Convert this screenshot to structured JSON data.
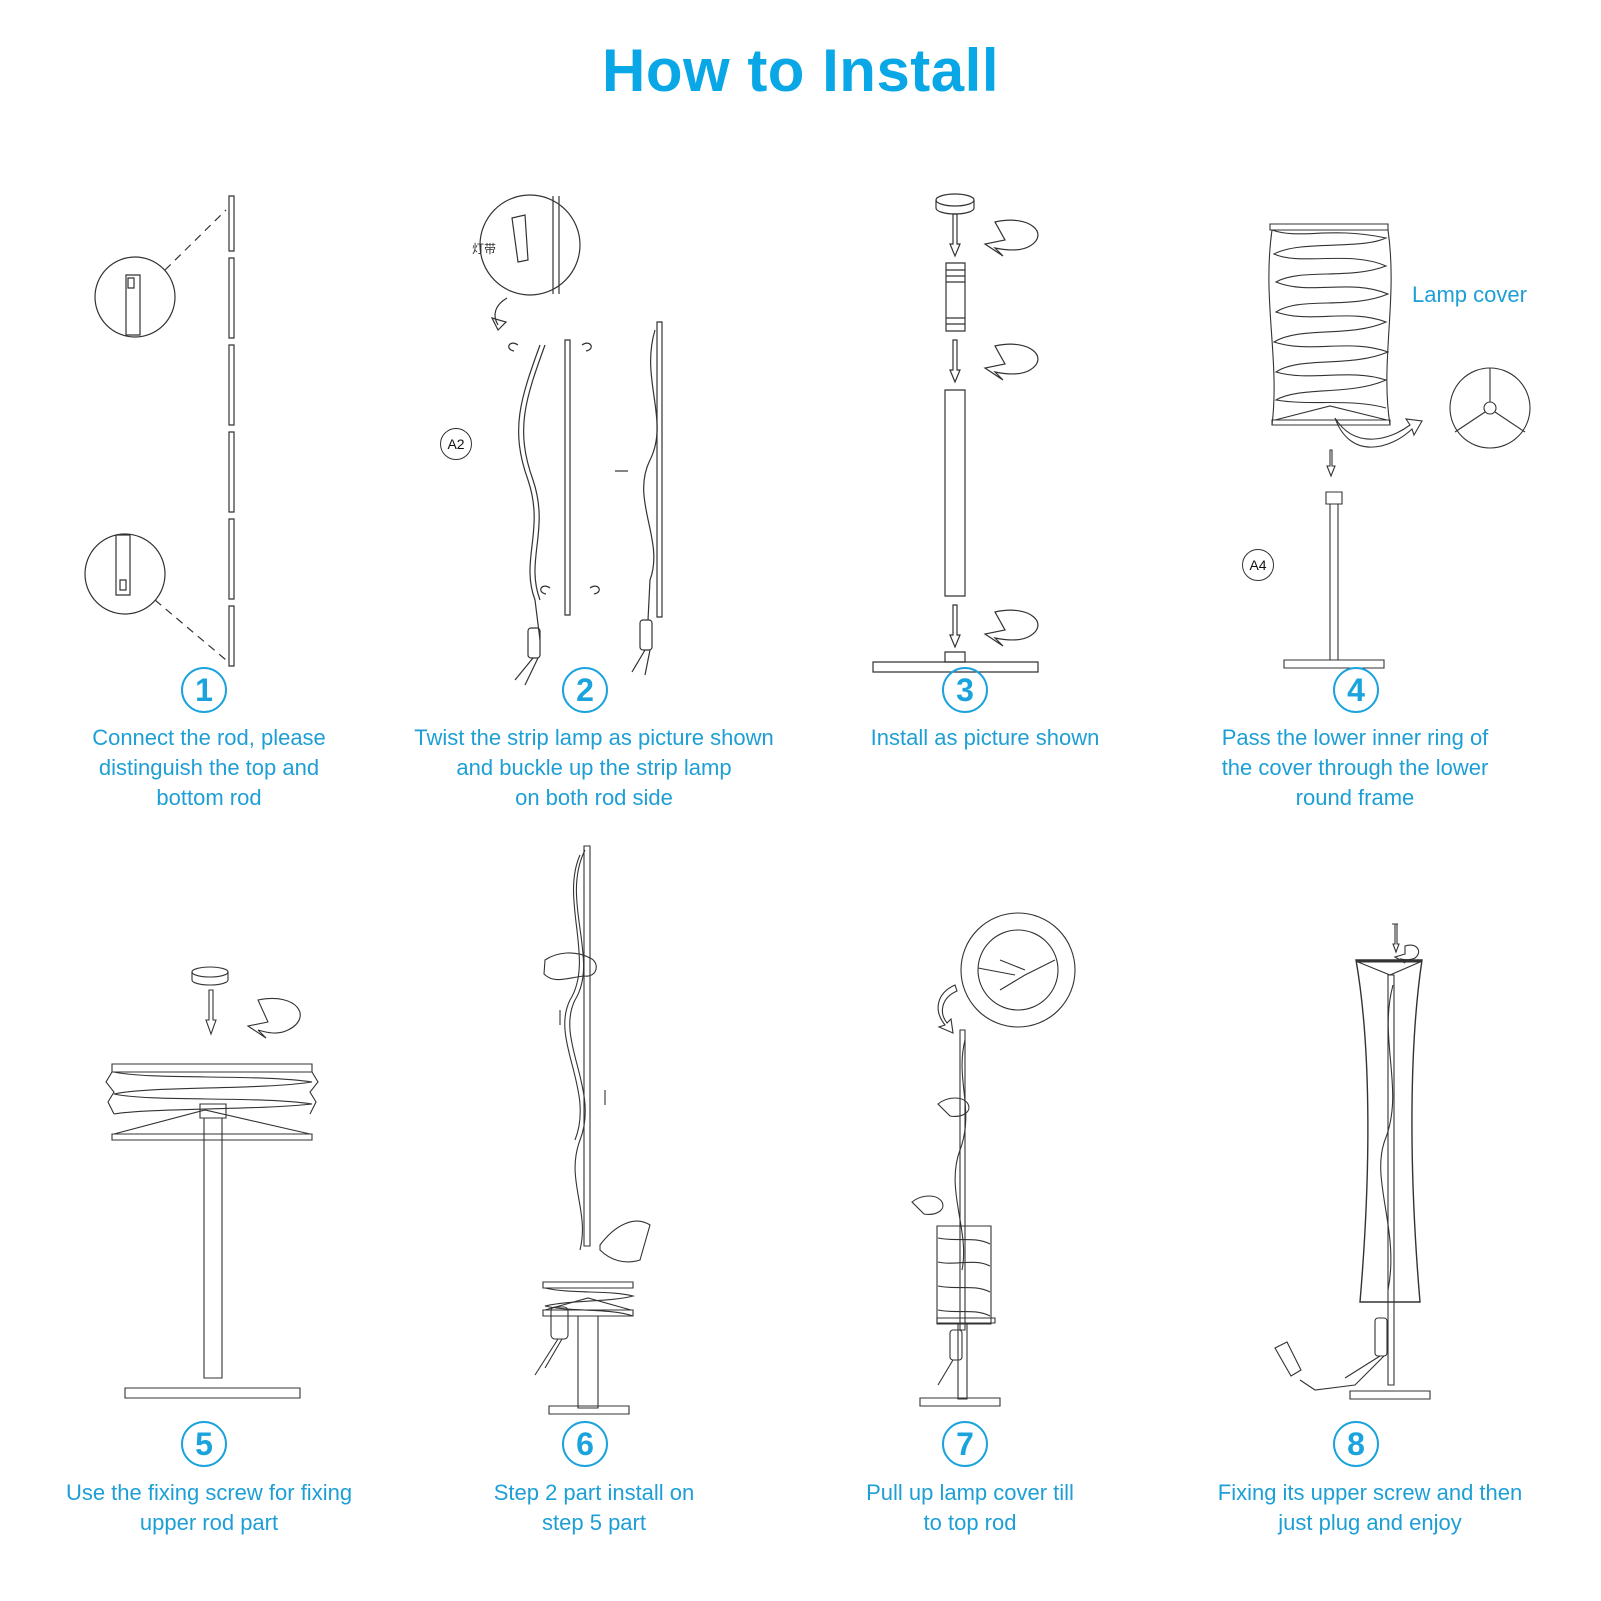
{
  "page": {
    "title": "How to Install",
    "accent_color": "#0aa7e6"
  },
  "steps": [
    {
      "number": "1",
      "lines": [
        "Connect the rod, please",
        "distinguish the top and",
        "bottom rod"
      ]
    },
    {
      "number": "2",
      "lines": [
        "Twist the strip lamp as picture shown",
        "and buckle up the strip lamp",
        "on both rod side"
      ],
      "tag": "A2",
      "cjk_label": "灯带"
    },
    {
      "number": "3",
      "lines": [
        "Install as picture shown"
      ]
    },
    {
      "number": "4",
      "lines": [
        "Pass the lower inner ring of",
        "the cover through the lower",
        "round frame"
      ],
      "tag": "A4",
      "callout": "Lamp cover"
    },
    {
      "number": "5",
      "lines": [
        "Use the fixing screw for fixing",
        "upper rod part"
      ]
    },
    {
      "number": "6",
      "lines": [
        "Step 2 part install on",
        "step 5 part"
      ]
    },
    {
      "number": "7",
      "lines": [
        "Pull up lamp cover till",
        "to top rod"
      ]
    },
    {
      "number": "8",
      "lines": [
        "Fixing its upper screw and then",
        "just plug and enjoy"
      ]
    }
  ]
}
